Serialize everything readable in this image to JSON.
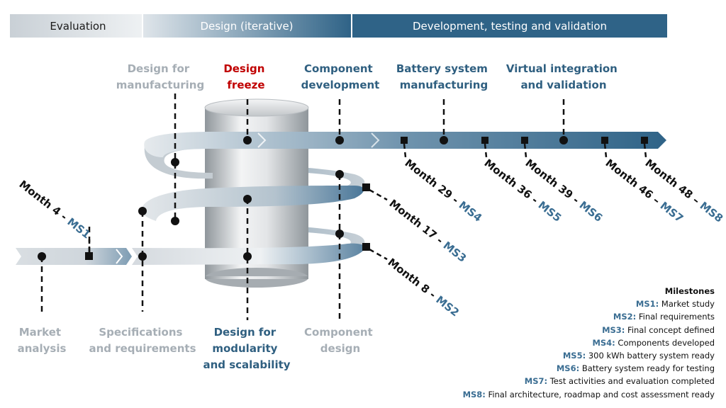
{
  "phases": [
    {
      "label": "Evaluation"
    },
    {
      "label": "Design (iterative)"
    },
    {
      "label": "Development, testing and validation"
    }
  ],
  "activities": {
    "design_for_manufacturing": [
      "Design for",
      "manufacturing"
    ],
    "design_freeze": [
      "Design",
      "freeze"
    ],
    "component_development": [
      "Component",
      "development"
    ],
    "battery_system_manufacturing": [
      "Battery system",
      "manufacturing"
    ],
    "virtual_integration": [
      "Virtual integration",
      "and validation"
    ],
    "market_analysis": [
      "Market",
      "analysis"
    ],
    "specifications": [
      "Specifications",
      "and requirements"
    ],
    "design_for_modularity": [
      "Design for",
      "modularity",
      "and scalability"
    ],
    "component_design": [
      "Component",
      "design"
    ]
  },
  "milestone_markers": [
    {
      "month": "Month 4 - ",
      "code": "MS1"
    },
    {
      "month": "Month 8 - ",
      "code": "MS2"
    },
    {
      "month": "Month 17 - ",
      "code": "MS3"
    },
    {
      "month": "Month 29 - ",
      "code": "MS4"
    },
    {
      "month": "Month 36 - ",
      "code": "MS5"
    },
    {
      "month": "Month 39 - ",
      "code": "MS6"
    },
    {
      "month": "Month 46 – ",
      "code": "MS7"
    },
    {
      "month": "Month 48 – ",
      "code": "MS8"
    }
  ],
  "milestones_legend": {
    "heading": "Milestones",
    "items": [
      {
        "code": "MS1:",
        "text": " Market study"
      },
      {
        "code": "MS2:",
        "text": " Final requirements"
      },
      {
        "code": "MS3:",
        "text": " Final concept defined"
      },
      {
        "code": "MS4:",
        "text": " Components developed"
      },
      {
        "code": "MS5:",
        "text": " 300 kWh battery system ready"
      },
      {
        "code": "MS6:",
        "text": " Battery system ready for testing"
      },
      {
        "code": "MS7:",
        "text": " Test activities and evaluation completed"
      },
      {
        "code": "MS8:",
        "text": " Final architecture, roadmap and cost assessment ready"
      }
    ]
  },
  "colors": {
    "dark_blue": "#2f6387",
    "mid_blue": "#4a7799",
    "light_gray": "#dde2e6",
    "red": "#c00000",
    "ms_blue": "#3a6d92"
  }
}
